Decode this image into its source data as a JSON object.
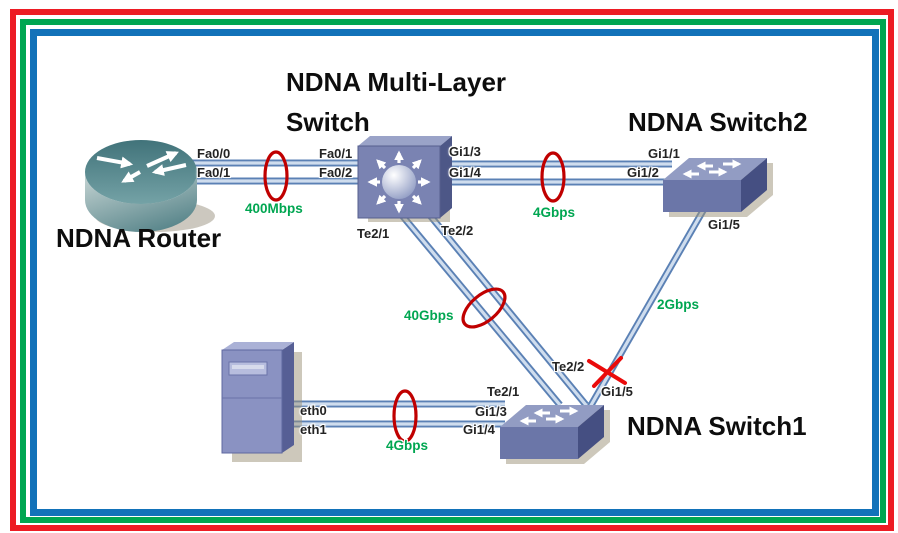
{
  "titles": {
    "router": "NDNA Router",
    "mls": "NDNA Multi-Layer Switch",
    "switch2": "NDNA Switch2",
    "switch1": "NDNA Switch1"
  },
  "ports": {
    "router_fa00": "Fa0/0",
    "router_fa01": "Fa0/1",
    "mls_fa01": "Fa0/1",
    "mls_fa02": "Fa0/2",
    "mls_gi13": "Gi1/3",
    "mls_gi14": "Gi1/4",
    "mls_te21": "Te2/1",
    "mls_te22": "Te2/2",
    "sw2_gi11": "Gi1/1",
    "sw2_gi12": "Gi1/2",
    "sw2_gi15": "Gi1/5",
    "sw1_te21": "Te2/1",
    "sw1_te22": "Te2/2",
    "sw1_gi15": "Gi1/5",
    "sw1_gi13": "Gi1/3",
    "sw1_gi14": "Gi1/4",
    "server_eth0": "eth0",
    "server_eth1": "eth1"
  },
  "speeds": {
    "router_mls": "400Mbps",
    "mls_sw2": "4Gbps",
    "mls_sw1": "40Gbps",
    "sw2_sw1": "2Gbps",
    "server_sw1": "4Gbps"
  },
  "links": [
    {
      "from": "NDNA Router",
      "to": "NDNA Multi-Layer Switch",
      "from_ports": [
        "Fa0/0",
        "Fa0/1"
      ],
      "to_ports": [
        "Fa0/1",
        "Fa0/2"
      ],
      "aggregated": true,
      "speed": "400Mbps"
    },
    {
      "from": "NDNA Multi-Layer Switch",
      "to": "NDNA Switch2",
      "from_ports": [
        "Gi1/3",
        "Gi1/4"
      ],
      "to_ports": [
        "Gi1/1",
        "Gi1/2"
      ],
      "aggregated": true,
      "speed": "4Gbps"
    },
    {
      "from": "NDNA Multi-Layer Switch",
      "to": "NDNA Switch1",
      "from_ports": [
        "Te2/1",
        "Te2/2"
      ],
      "to_ports": [
        "Te2/1",
        "Te2/2"
      ],
      "aggregated": true,
      "speed": "40Gbps"
    },
    {
      "from": "NDNA Switch2",
      "to": "NDNA Switch1",
      "from_ports": [
        "Gi1/5"
      ],
      "to_ports": [
        "Gi1/5"
      ],
      "aggregated": false,
      "blocked": true,
      "speed": "2Gbps"
    },
    {
      "from": "Server",
      "to": "NDNA Switch1",
      "from_ports": [
        "eth0",
        "eth1"
      ],
      "to_ports": [
        "Gi1/3",
        "Gi1/4"
      ],
      "aggregated": true,
      "speed": "4Gbps"
    }
  ],
  "icons": {
    "router": "router-icon",
    "multilayer_switch": "multilayer-switch-icon",
    "switch": "switch-icon",
    "server": "server-icon",
    "aggregation": "aggregation-ellipse",
    "blocked": "blocked-x-icon"
  },
  "colors": {
    "frame_outer": "#ed1c24",
    "frame_middle": "#00a651",
    "frame_inner": "#1272b9",
    "link_edge": "#5b81b5",
    "link_core": "#cfddee",
    "aggregation_red": "#c00000",
    "blocked_red": "#ea0b0b",
    "speed_green": "#00a651",
    "router_teal": "#5c888d",
    "switch_blue": "#6b76a8"
  }
}
